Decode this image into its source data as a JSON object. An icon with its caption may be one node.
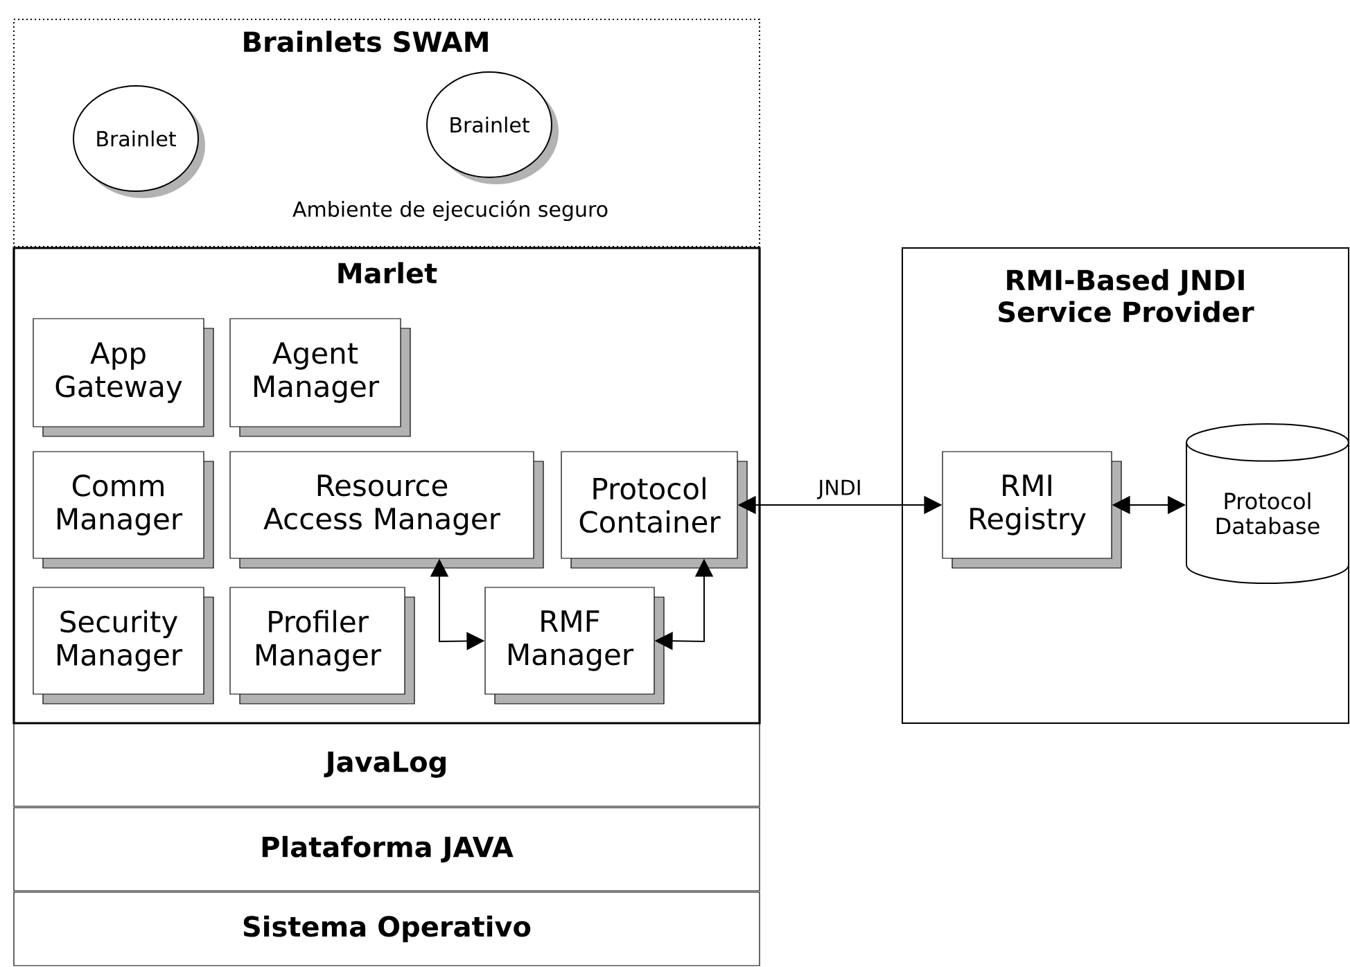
{
  "diagram": {
    "nodes": [
      {
        "text": [
          "Brainlets SWAM",
          "Ambiente de ejecución seguro"
        ]
      },
      {
        "text": [
          "Brainlet"
        ],
        "in": 0
      },
      {
        "text": [
          "Brainlet"
        ],
        "in": 0
      },
      {
        "text": [
          "Marlet"
        ]
      },
      {
        "text": [
          "App Gateway"
        ],
        "in": 3
      },
      {
        "text": [
          "Agent Manager"
        ],
        "in": 3
      },
      {
        "text": [
          "Comm Manager"
        ],
        "in": 3
      },
      {
        "text": [
          "Resource Access Manager"
        ],
        "in": 3
      },
      {
        "text": [
          "Protocol Container"
        ],
        "in": 3
      },
      {
        "text": [
          "Security Manager"
        ],
        "in": 3
      },
      {
        "text": [
          "Profiler Manager"
        ],
        "in": 3
      },
      {
        "text": [
          "RMF Manager"
        ],
        "in": 3
      },
      {
        "text": [
          "JavaLog"
        ]
      },
      {
        "text": [
          "Plataforma JAVA"
        ]
      },
      {
        "text": [
          "Sistema Operativo"
        ]
      },
      {
        "text": [
          "RMI-Based JNDI Service Provider"
        ]
      },
      {
        "text": [
          "RMI Registry"
        ],
        "in": 15
      },
      {
        "text": [
          "Protocol Database"
        ],
        "in": 15
      }
    ],
    "edges": [
      {
        "from": 7,
        "to": 11,
        "arrow": "both"
      },
      {
        "from": 8,
        "to": 11,
        "arrow": "both"
      },
      {
        "from": 8,
        "to": 16,
        "arrow": "both",
        "label": "JNDI"
      },
      {
        "from": 16,
        "to": 17,
        "arrow": "both"
      }
    ]
  }
}
